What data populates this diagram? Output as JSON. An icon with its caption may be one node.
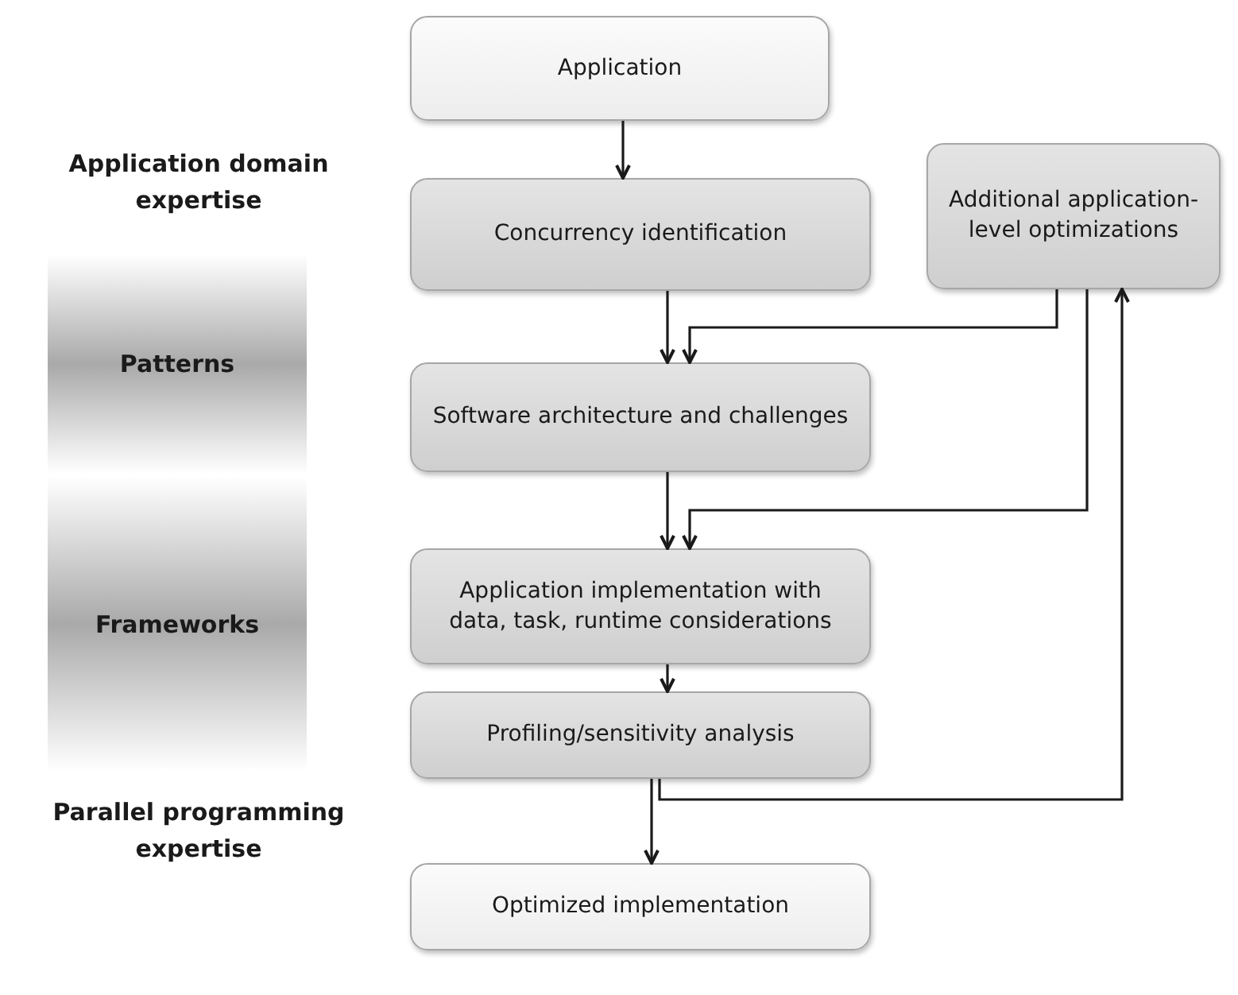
{
  "diagram": {
    "nodes": [
      {
        "text": [
          "Application"
        ]
      },
      {
        "text": [
          "Concurrency identification"
        ]
      },
      {
        "text": [
          "Additional application-level optimizations"
        ]
      },
      {
        "text": [
          "Software architecture and challenges"
        ]
      },
      {
        "text": [
          "Application implementation with data, task, runtime considerations"
        ]
      },
      {
        "text": [
          "Profiling/sensitivity analysis"
        ]
      },
      {
        "text": [
          "Optimized implementation"
        ]
      },
      {
        "text": [
          "Patterns"
        ]
      },
      {
        "text": [
          "Frameworks"
        ]
      }
    ],
    "edges": [
      {
        "from": 0,
        "to": 1,
        "arrow": "to"
      },
      {
        "from": 1,
        "to": 3,
        "arrow": "to"
      },
      {
        "from": 2,
        "to": 3,
        "arrow": "to"
      },
      {
        "from": 3,
        "to": 4,
        "arrow": "to"
      },
      {
        "from": 2,
        "to": 4,
        "arrow": "to"
      },
      {
        "from": 4,
        "to": 5,
        "arrow": "to"
      },
      {
        "from": 5,
        "to": 6,
        "arrow": "to"
      },
      {
        "from": 5,
        "to": 2,
        "arrow": "to"
      }
    ],
    "labels": [
      "Application domain expertise",
      "Parallel programming expertise"
    ]
  }
}
